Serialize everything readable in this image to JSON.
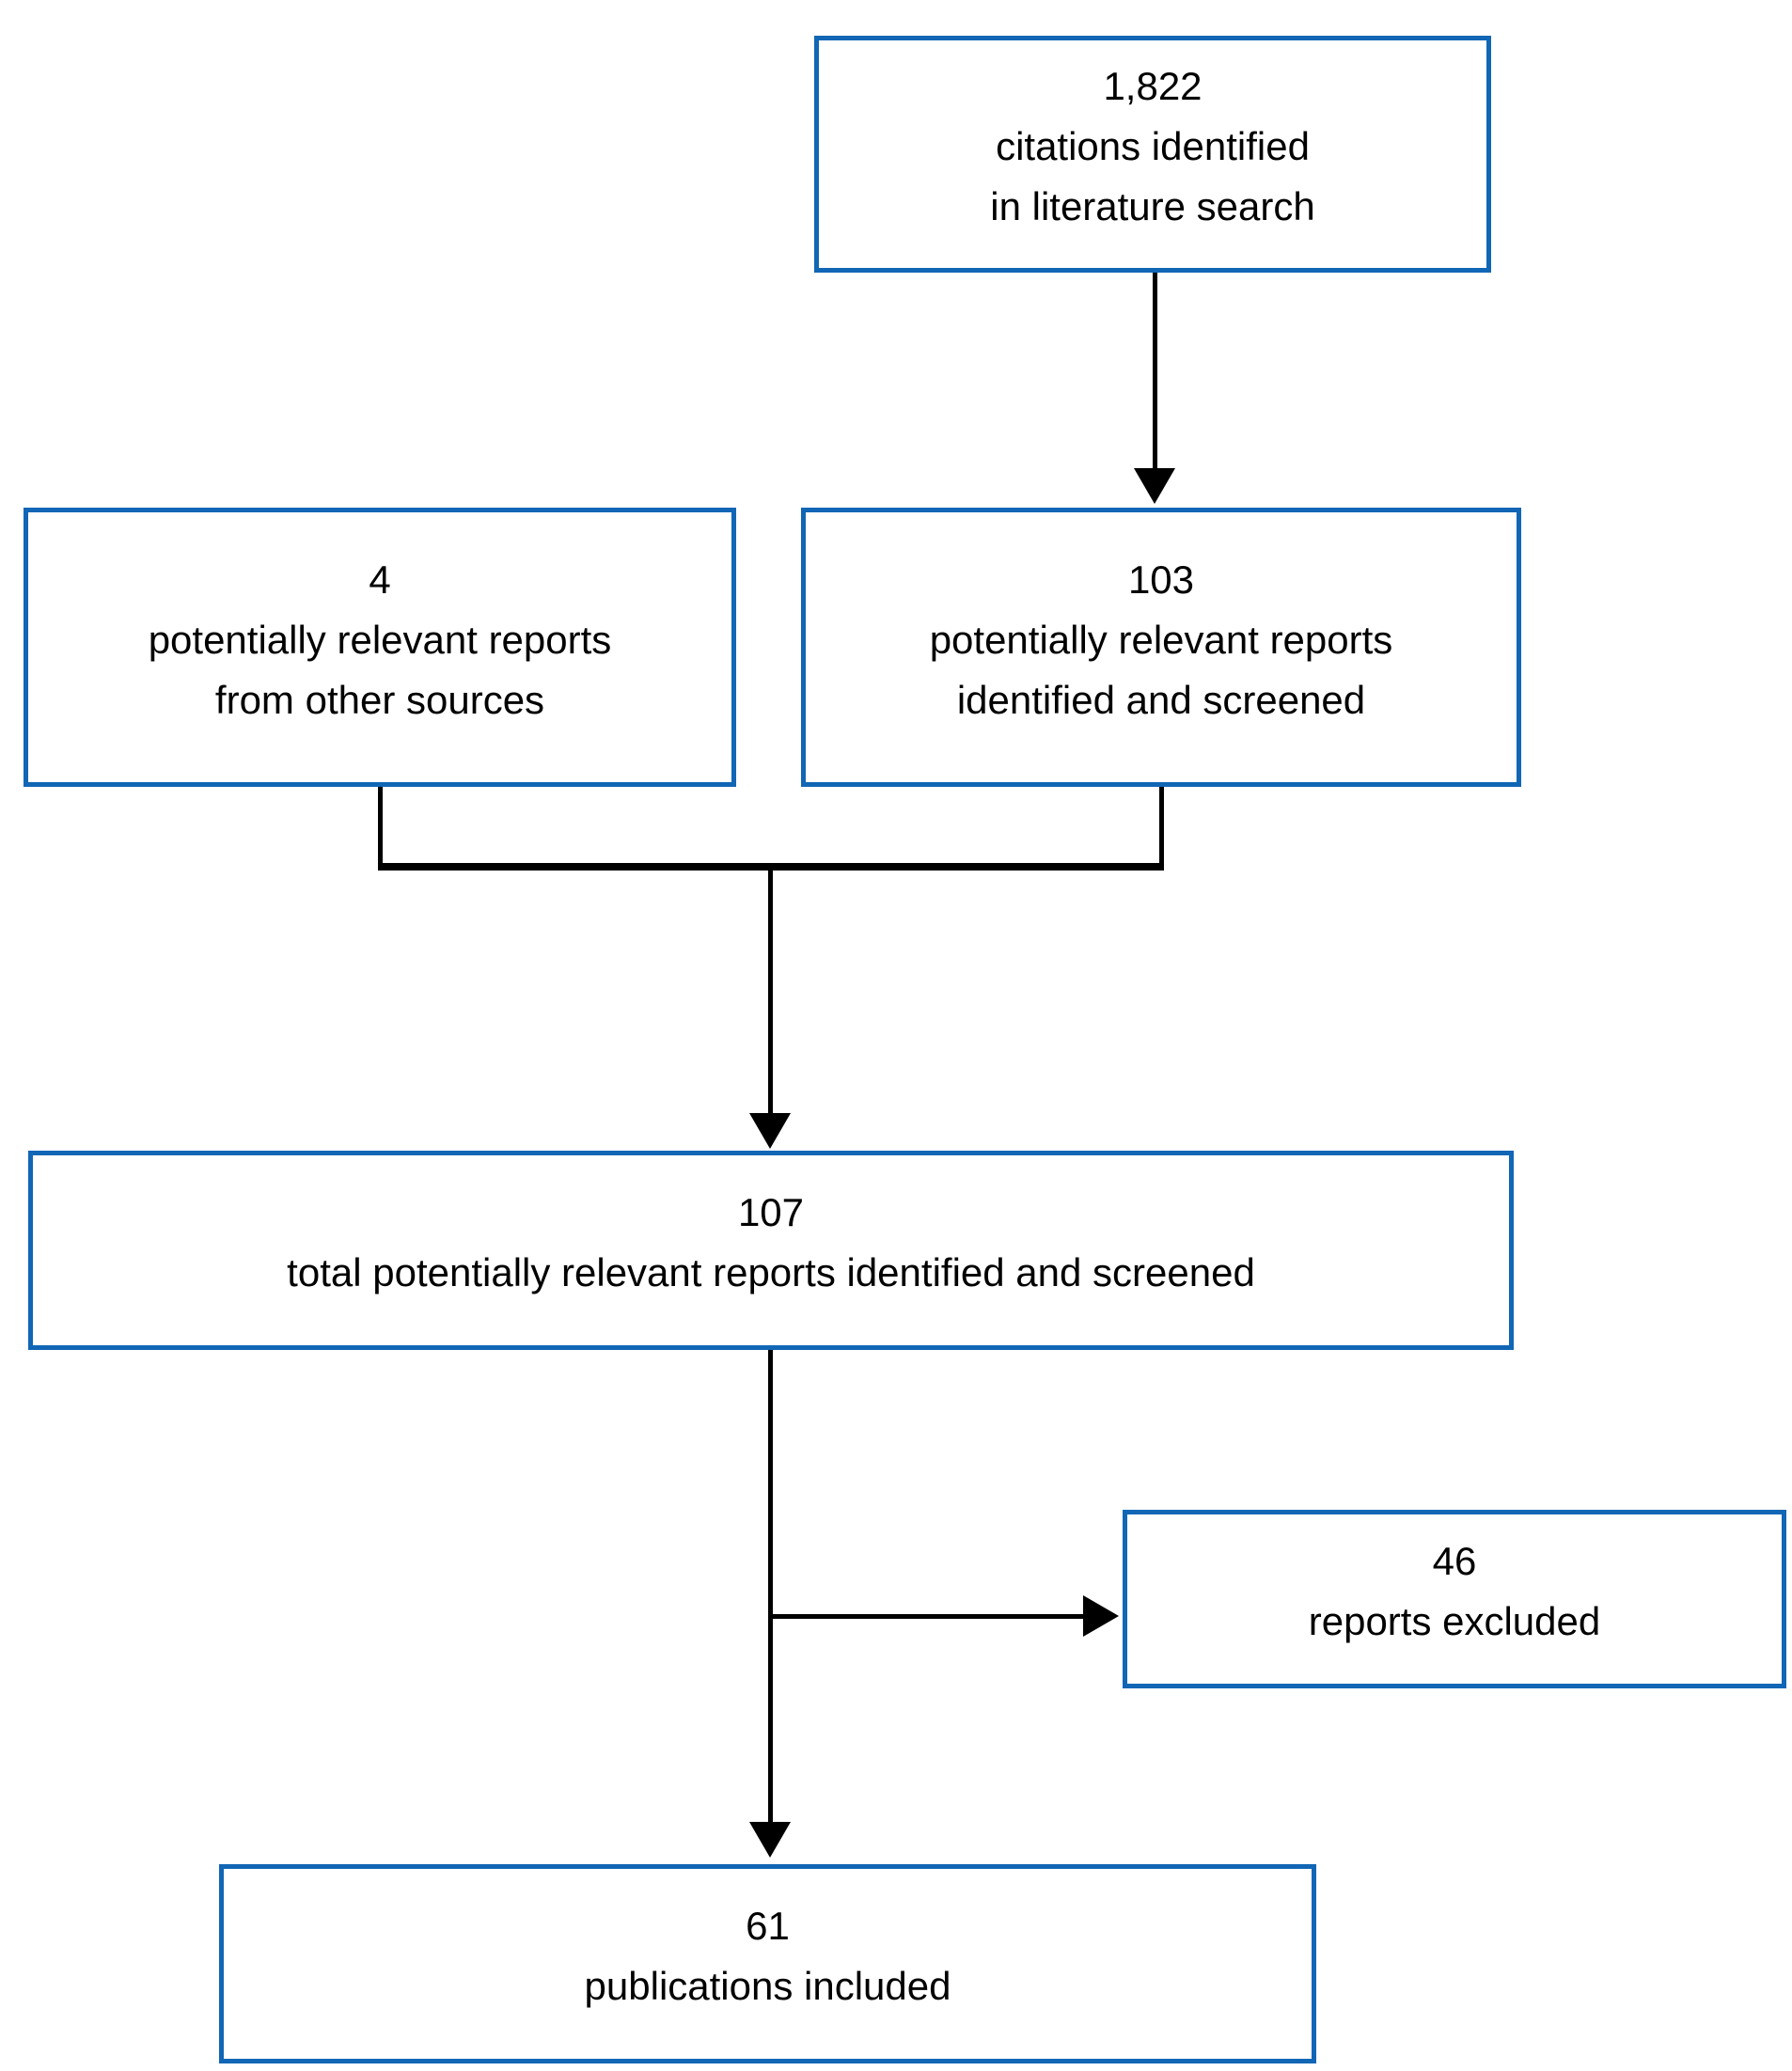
{
  "diagram_type": "flowchart",
  "colors": {
    "box_border": "#1166b5",
    "box_background": "#ffffff",
    "connector": "#000000",
    "text": "#000000",
    "page_background": "#ffffff"
  },
  "nodes": {
    "citations": {
      "count": "1,822",
      "lines": [
        "citations identified",
        "in literature search"
      ]
    },
    "other_sources": {
      "count": "4",
      "lines": [
        "potentially relevant reports",
        "from other sources"
      ]
    },
    "identified_screened": {
      "count": "103",
      "lines": [
        "potentially relevant reports",
        "identified and screened"
      ]
    },
    "total_screened": {
      "count": "107",
      "lines": [
        "total potentially relevant reports identified and screened"
      ]
    },
    "excluded": {
      "count": "46",
      "lines": [
        "reports excluded"
      ]
    },
    "included": {
      "count": "61",
      "lines": [
        "publications included"
      ]
    }
  },
  "edges": [
    {
      "from": "citations",
      "to": "identified_screened"
    },
    {
      "from": "other_sources",
      "to": "total_screened"
    },
    {
      "from": "identified_screened",
      "to": "total_screened"
    },
    {
      "from": "total_screened",
      "to": "excluded"
    },
    {
      "from": "total_screened",
      "to": "included"
    }
  ]
}
